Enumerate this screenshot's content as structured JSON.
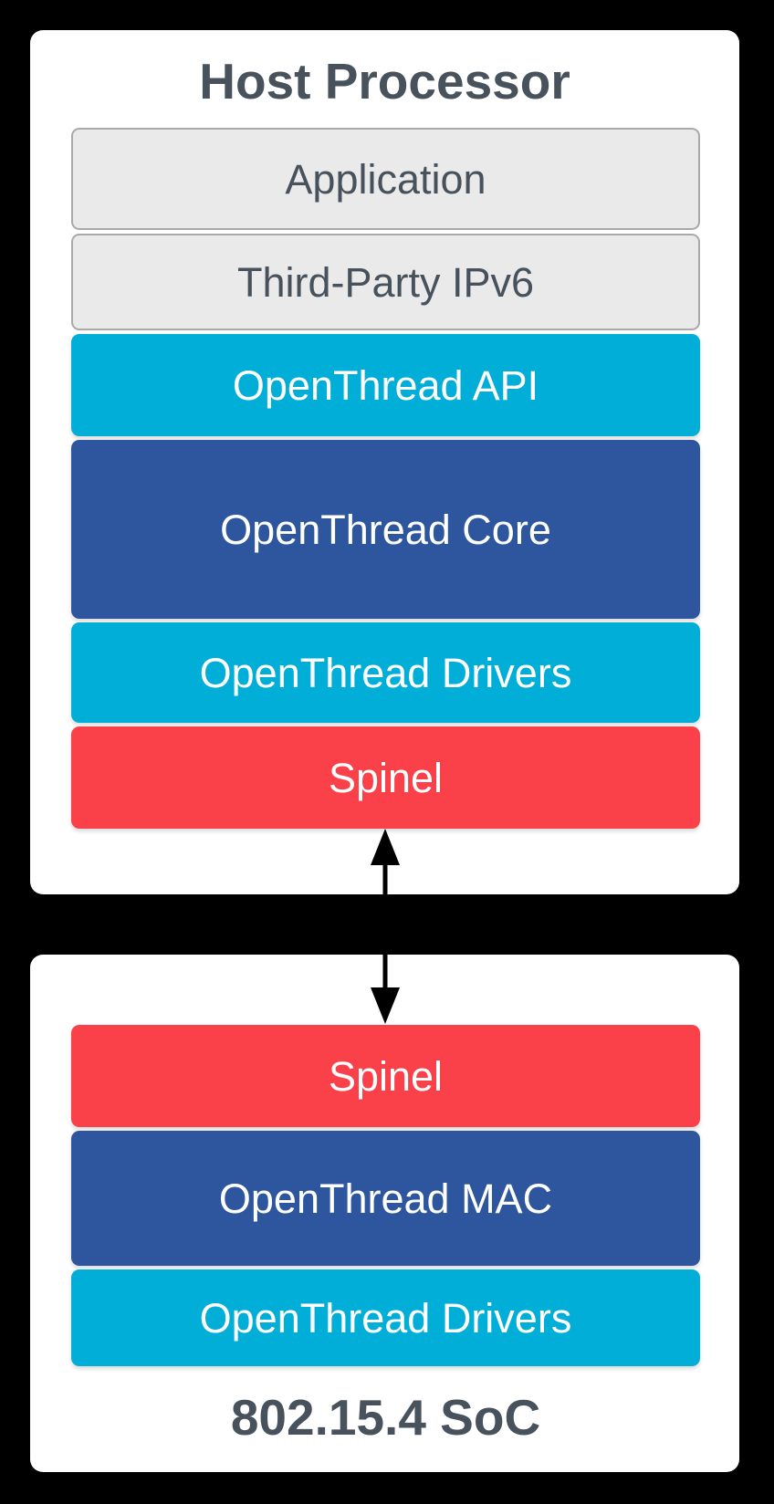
{
  "diagram": {
    "description": "OpenThread Radio Co-Processor architecture diagram",
    "colors": {
      "background": "#000000",
      "card_background": "#ffffff",
      "layer_gray_fill": "#EAEAEA",
      "layer_gray_border": "#A9A9A9",
      "layer_cyan": "#00AED8",
      "layer_blue": "#2D569E",
      "layer_red": "#FA414A",
      "title_text": "#48525C",
      "layer_text_light": "#ffffff",
      "arrow": "#000000"
    },
    "host_processor": {
      "title": "Host Processor",
      "layers": [
        {
          "label": "Application",
          "style": "gray"
        },
        {
          "label": "Third-Party IPv6",
          "style": "gray"
        },
        {
          "label": "OpenThread API",
          "style": "cyan"
        },
        {
          "label": "OpenThread Core",
          "style": "blue"
        },
        {
          "label": "OpenThread Drivers",
          "style": "cyan"
        },
        {
          "label": "Spinel",
          "style": "red"
        }
      ]
    },
    "connector": {
      "type": "double-headed-arrow",
      "direction": "vertical",
      "connects": [
        "Host Processor / Spinel",
        "802.15.4 SoC / Spinel"
      ]
    },
    "soc": {
      "title": "802.15.4 SoC",
      "layers": [
        {
          "label": "Spinel",
          "style": "red"
        },
        {
          "label": "OpenThread MAC",
          "style": "blue"
        },
        {
          "label": "OpenThread Drivers",
          "style": "cyan"
        }
      ]
    }
  }
}
